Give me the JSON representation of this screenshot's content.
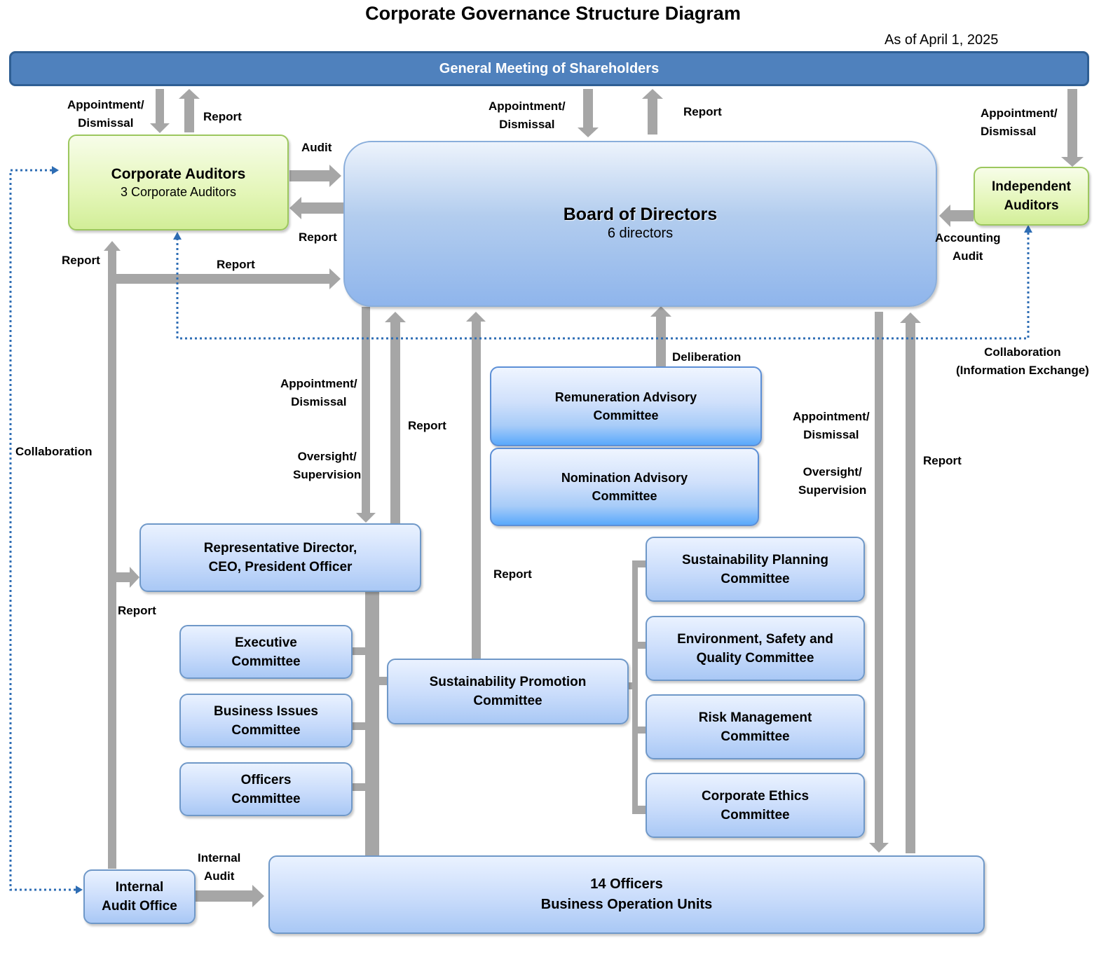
{
  "title": "Corporate Governance Structure Diagram",
  "as_of": "As of April 1, 2025",
  "shareholders": "General Meeting of Shareholders",
  "corporate_auditors": {
    "name": "Corporate Auditors",
    "count": "3 Corporate Auditors"
  },
  "board": {
    "name": "Board of Directors",
    "count": "6 directors"
  },
  "independent_auditors": {
    "line1": "Independent",
    "line2": "Auditors"
  },
  "remuneration": {
    "line1": "Remuneration Advisory",
    "line2": "Committee"
  },
  "nomination": {
    "line1": "Nomination Advisory",
    "line2": "Committee"
  },
  "representative": {
    "line1": "Representative Director,",
    "line2": "CEO, President Officer"
  },
  "executive": {
    "line1": "Executive",
    "line2": "Committee"
  },
  "business_issues": {
    "line1": "Business Issues",
    "line2": "Committee"
  },
  "officers_committee": {
    "line1": "Officers",
    "line2": "Committee"
  },
  "sustainability_promotion": {
    "line1": "Sustainability Promotion",
    "line2": "Committee"
  },
  "sustainability_planning": {
    "line1": "Sustainability Planning",
    "line2": "Committee"
  },
  "esq": {
    "line1": "Environment, Safety and",
    "line2": "Quality Committee"
  },
  "risk": {
    "line1": "Risk Management",
    "line2": "Committee"
  },
  "ethics": {
    "line1": "Corporate Ethics",
    "line2": "Committee"
  },
  "internal_audit_office": {
    "line1": "Internal",
    "line2": "Audit Office"
  },
  "officers_units": {
    "line1": "14 Officers",
    "line2": "Business Operation Units"
  },
  "labels": {
    "appointment": "Appointment/",
    "dismissal": "Dismissal",
    "report": "Report",
    "audit": "Audit",
    "accounting": "Accounting",
    "deliberation": "Deliberation",
    "oversight": "Oversight/",
    "supervision": "Supervision",
    "collaboration": "Collaboration",
    "info_exchange": "(Information Exchange)",
    "internal": "Internal"
  },
  "colors": {
    "shareholders_bar": "#4f81bd",
    "arrow_gray": "#a6a6a6",
    "dotted_blue": "#2e6db4",
    "box_blue_light": "#eaf2ff",
    "box_blue_dark": "#a9c8f5",
    "box_green_light": "#f7fde9",
    "box_green_dark": "#d2ee98",
    "advisory_accent": "#5aa9fb"
  }
}
